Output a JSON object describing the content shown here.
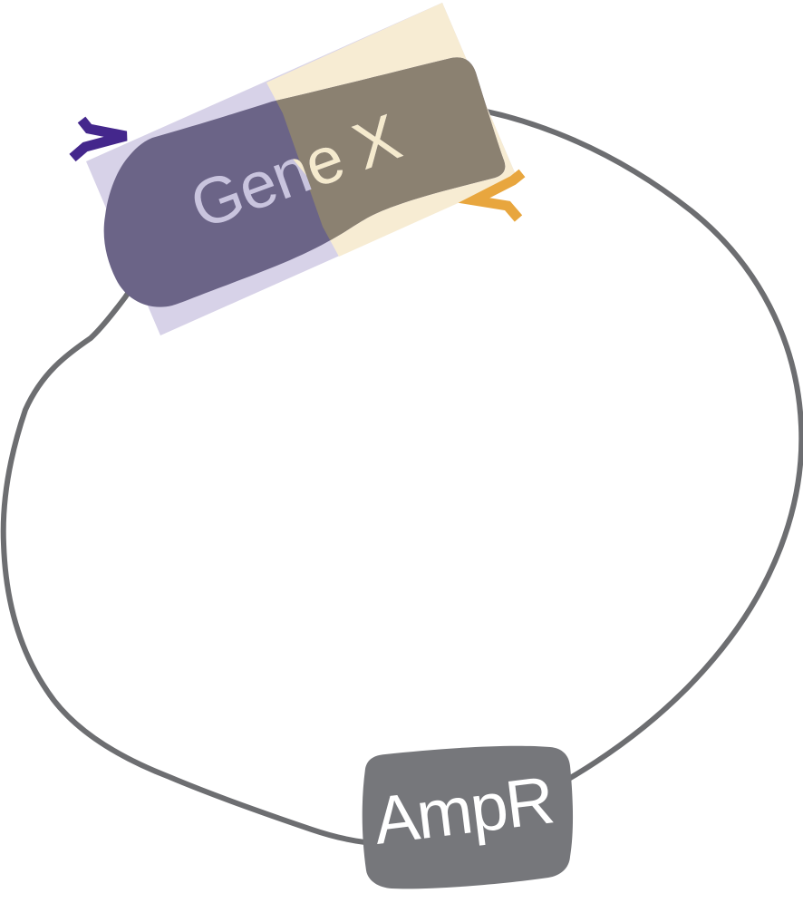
{
  "diagram": {
    "type": "plasmid-map",
    "labels": {
      "gene": "Gene X",
      "resistance_marker": "AmpR"
    },
    "colors": {
      "background": "#FFFFFF",
      "backbone": "#6D6E71",
      "highlight_lavender": "#D7D2E8",
      "highlight_cream": "#F7ECD3",
      "gene_purple": "#6B6487",
      "gene_taupe": "#8B8171",
      "gene_label_on_purple": "#C9C4DE",
      "gene_label_on_taupe": "#F5EACD",
      "ampr_box_gray": "#76777B",
      "ampr_label": "#FFFFFF",
      "forward_primer_purple": "#44278C",
      "reverse_primer_orange": "#E8A63E"
    },
    "icons": {
      "forward_primer": "right-arrow",
      "reverse_primer": "left-arrow"
    }
  }
}
